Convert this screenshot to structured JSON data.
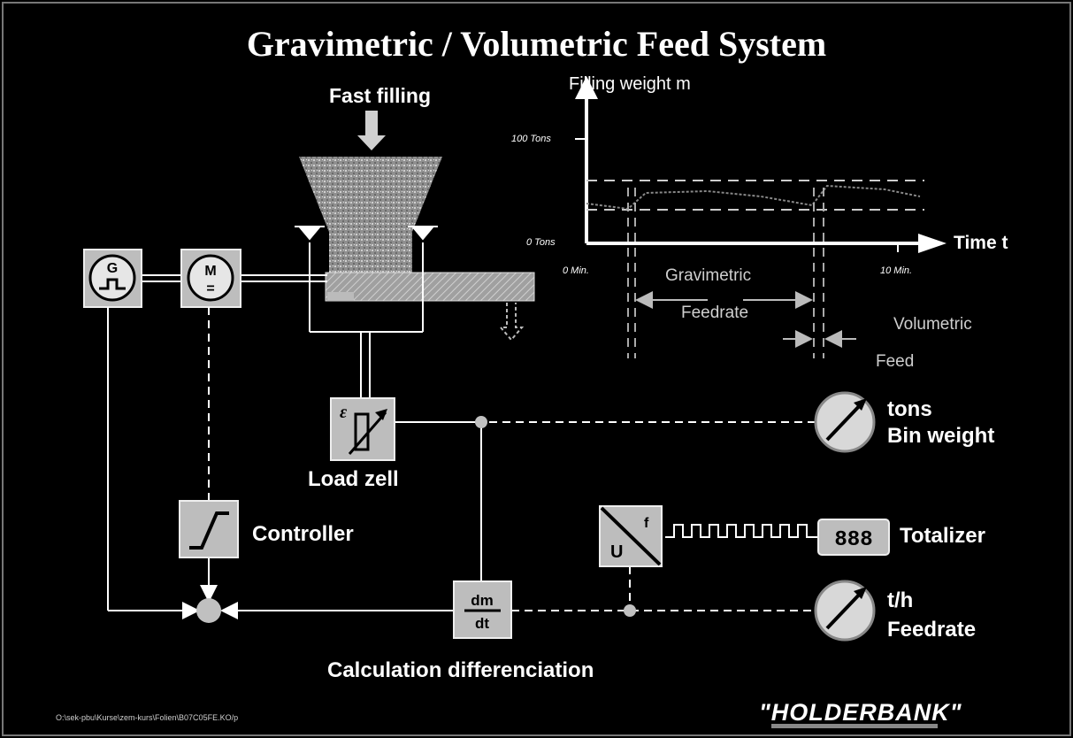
{
  "title": "Gravimetric / Volumetric Feed System",
  "hopper": {
    "inlet_label": "Fast filling"
  },
  "chart": {
    "y_label": "Filling weight m",
    "x_label": "Time t",
    "y_ticks": [
      "100 Tons",
      "0 Tons"
    ],
    "x_ticks": [
      "0 Min.",
      "10 Min."
    ],
    "zones": {
      "gravimetric_top": "Gravimetric",
      "gravimetric_bottom": "Feedrate",
      "volumetric_top": "Volumetric",
      "volumetric_bottom": "Feed"
    }
  },
  "blocks": {
    "generator_symbol": "G",
    "motor_symbol": "M",
    "motor_sub": "=",
    "load_cell_symbol": "ε",
    "differentiator_num": "dm",
    "differentiator_den": "dt",
    "converter_u": "U",
    "converter_f": "f",
    "totalizer_digits": "888"
  },
  "labels": {
    "load_cell": "Load zell",
    "controller": "Controller",
    "calculation": "Calculation differenciation",
    "totalizer": "Totalizer",
    "bin_weight_unit": "tons",
    "bin_weight": "Bin weight",
    "feedrate_unit": "t/h",
    "feedrate": "Feedrate"
  },
  "footer": {
    "file_path": "O:\\sek-pbu\\Kurse\\zem-kurs\\Folien\\B07C05FE.KO/p",
    "logo": "\"HOLDERBANK\""
  },
  "colors": {
    "background": "#000000",
    "block": "#bdbdbd",
    "line": "#ffffff",
    "gauge": "#d8d8d8"
  }
}
